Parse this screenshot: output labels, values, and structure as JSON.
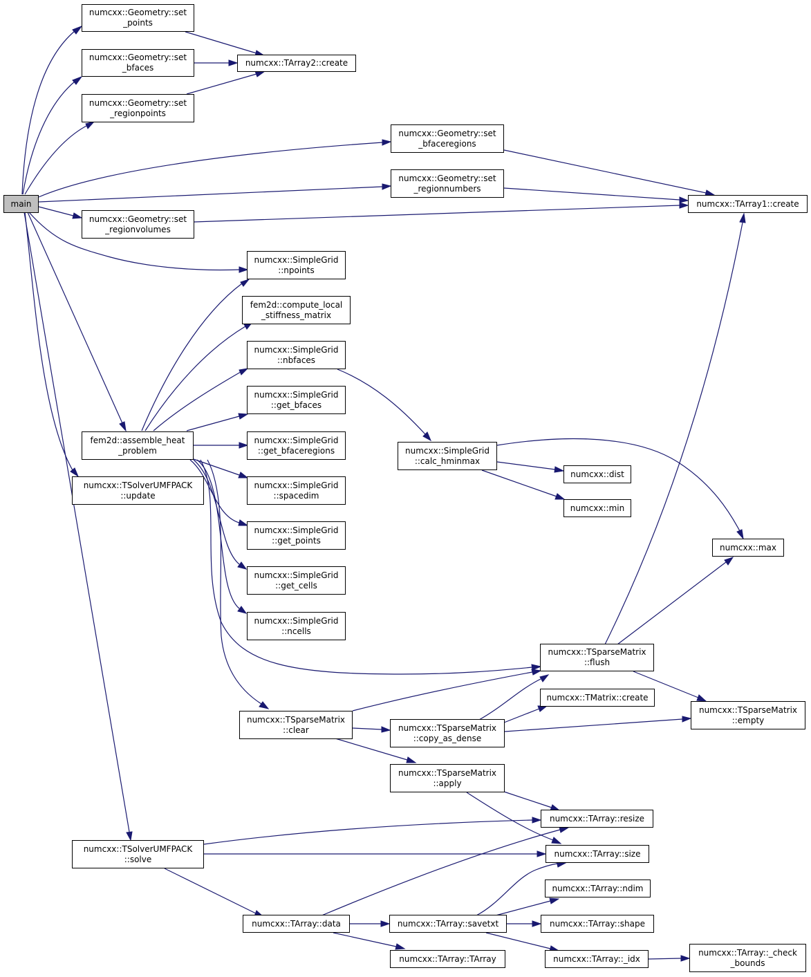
{
  "colors": {
    "edge": "#191970",
    "root_fill": "#bfbfbf",
    "node_fill": "#ffffff",
    "border": "#000000"
  },
  "nodes": [
    {
      "id": "main",
      "lines": [
        "main"
      ],
      "root": true
    },
    {
      "id": "geo_set_points",
      "lines": [
        "numcxx::Geometry::set",
        "_points"
      ]
    },
    {
      "id": "geo_set_bfaces",
      "lines": [
        "numcxx::Geometry::set",
        "_bfaces"
      ]
    },
    {
      "id": "tarray2_create",
      "lines": [
        "numcxx::TArray2::create"
      ]
    },
    {
      "id": "geo_set_regionpoints",
      "lines": [
        "numcxx::Geometry::set",
        "_regionpoints"
      ]
    },
    {
      "id": "geo_set_bfaceregions",
      "lines": [
        "numcxx::Geometry::set",
        "_bfaceregions"
      ]
    },
    {
      "id": "geo_set_regionnumbers",
      "lines": [
        "numcxx::Geometry::set",
        "_regionnumbers"
      ]
    },
    {
      "id": "tarray1_create",
      "lines": [
        "numcxx::TArray1::create"
      ]
    },
    {
      "id": "geo_set_regionvolumes",
      "lines": [
        "numcxx::Geometry::set",
        "_regionvolumes"
      ]
    },
    {
      "id": "sg_npoints",
      "lines": [
        "numcxx::SimpleGrid",
        "::npoints"
      ]
    },
    {
      "id": "fem_compute_local",
      "lines": [
        "fem2d::compute_local",
        "_stiffness_matrix"
      ]
    },
    {
      "id": "sg_nbfaces",
      "lines": [
        "numcxx::SimpleGrid",
        "::nbfaces"
      ]
    },
    {
      "id": "sg_get_bfaces",
      "lines": [
        "numcxx::SimpleGrid",
        "::get_bfaces"
      ]
    },
    {
      "id": "fem_assemble",
      "lines": [
        "fem2d::assemble_heat",
        "_problem"
      ]
    },
    {
      "id": "sg_get_bfaceregions",
      "lines": [
        "numcxx::SimpleGrid",
        "::get_bfaceregions"
      ]
    },
    {
      "id": "sg_calc_hminmax",
      "lines": [
        "numcxx::SimpleGrid",
        "::calc_hminmax"
      ]
    },
    {
      "id": "dist",
      "lines": [
        "numcxx::dist"
      ]
    },
    {
      "id": "solver_update",
      "lines": [
        "numcxx::TSolverUMFPACK",
        "::update"
      ]
    },
    {
      "id": "sg_spacedim",
      "lines": [
        "numcxx::SimpleGrid",
        "::spacedim"
      ]
    },
    {
      "id": "min",
      "lines": [
        "numcxx::min"
      ]
    },
    {
      "id": "sg_get_points",
      "lines": [
        "numcxx::SimpleGrid",
        "::get_points"
      ]
    },
    {
      "id": "max",
      "lines": [
        "numcxx::max"
      ]
    },
    {
      "id": "sg_get_cells",
      "lines": [
        "numcxx::SimpleGrid",
        "::get_cells"
      ]
    },
    {
      "id": "sg_ncells",
      "lines": [
        "numcxx::SimpleGrid",
        "::ncells"
      ]
    },
    {
      "id": "sp_flush",
      "lines": [
        "numcxx::TSparseMatrix",
        "::flush"
      ]
    },
    {
      "id": "tmatrix_create",
      "lines": [
        "numcxx::TMatrix::create"
      ]
    },
    {
      "id": "sp_clear",
      "lines": [
        "numcxx::TSparseMatrix",
        "::clear"
      ]
    },
    {
      "id": "sp_copy_as_dense",
      "lines": [
        "numcxx::TSparseMatrix",
        "::copy_as_dense"
      ]
    },
    {
      "id": "sp_empty",
      "lines": [
        "numcxx::TSparseMatrix",
        "::empty"
      ]
    },
    {
      "id": "sp_apply",
      "lines": [
        "numcxx::TSparseMatrix",
        "::apply"
      ]
    },
    {
      "id": "ta_resize",
      "lines": [
        "numcxx::TArray::resize"
      ]
    },
    {
      "id": "solver_solve",
      "lines": [
        "numcxx::TSolverUMFPACK",
        "::solve"
      ]
    },
    {
      "id": "ta_size",
      "lines": [
        "numcxx::TArray::size"
      ]
    },
    {
      "id": "ta_ndim",
      "lines": [
        "numcxx::TArray::ndim"
      ]
    },
    {
      "id": "ta_data",
      "lines": [
        "numcxx::TArray::data"
      ]
    },
    {
      "id": "ta_savetxt",
      "lines": [
        "numcxx::TArray::savetxt"
      ]
    },
    {
      "id": "ta_shape",
      "lines": [
        "numcxx::TArray::shape"
      ]
    },
    {
      "id": "ta_tarray",
      "lines": [
        "numcxx::TArray::TArray"
      ]
    },
    {
      "id": "ta_idx",
      "lines": [
        "numcxx::TArray::_idx"
      ]
    },
    {
      "id": "ta_check_bounds",
      "lines": [
        "numcxx::TArray::_check",
        "_bounds"
      ]
    }
  ]
}
